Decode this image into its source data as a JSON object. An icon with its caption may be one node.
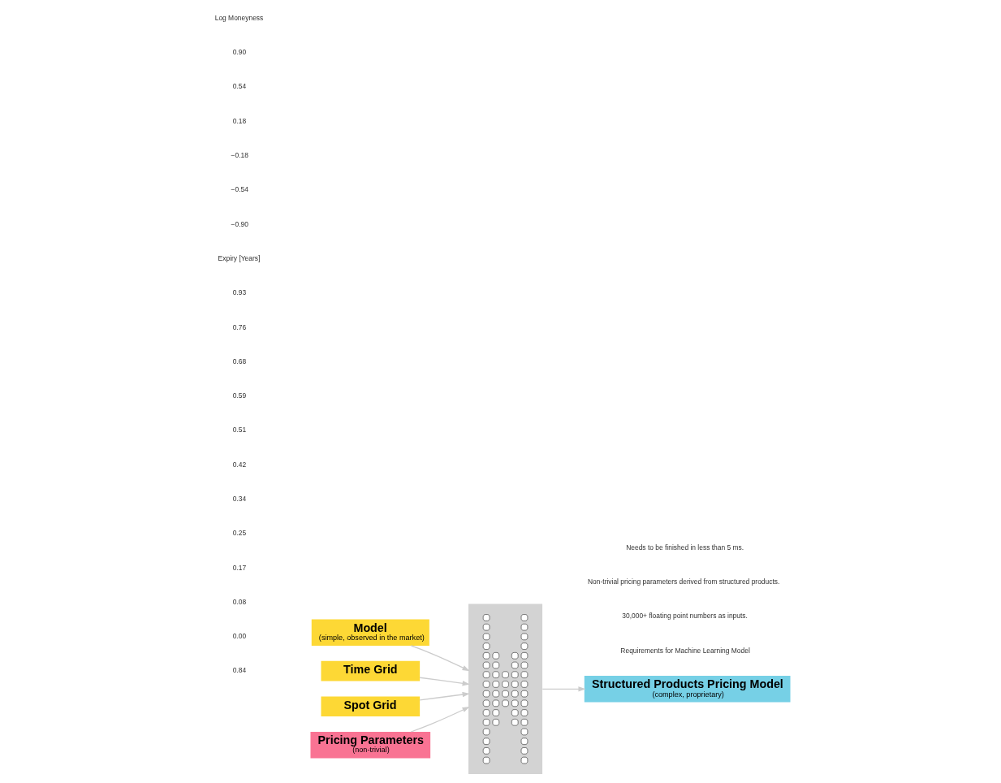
{
  "diagram": {
    "nodes": [
      {
        "text": [
          "Model",
          "(simple, observed in the market)"
        ]
      },
      {
        "text": [
          "Time Grid"
        ]
      },
      {
        "text": [
          "Spot Grid"
        ]
      },
      {
        "text": [
          "Pricing Parameters",
          "(non-trivial)"
        ]
      },
      {
        "text": [],
        "shape": "picture"
      },
      {
        "text": [
          "Structured Products Pricing Model",
          "(complex, proprietary)"
        ]
      }
    ],
    "edges": [
      {
        "from": 0,
        "to": 4,
        "arrow": "to"
      },
      {
        "from": 1,
        "to": 4,
        "arrow": "to"
      },
      {
        "from": 2,
        "to": 4,
        "arrow": "to"
      },
      {
        "from": 3,
        "to": 4,
        "arrow": "to"
      },
      {
        "from": 4,
        "to": 5,
        "arrow": "to"
      }
    ],
    "labels": [
      "0.00",
      "0.08",
      "0.17",
      "0.25",
      "0.34",
      "0.42",
      "0.51",
      "0.59",
      "0.68",
      "0.76",
      "0.84",
      "0.93",
      "Expiry [Years]",
      "−0.90",
      "−0.54",
      "−0.18",
      "0.18",
      "0.54",
      "0.90",
      "Log Moneyness",
      "Requirements for Machine Learning Model",
      "30,000+ floating point numbers as inputs.",
      "Non-trivial pricing parameters derived from structured products.",
      "Needs to be finished in less than 5 ms."
    ]
  }
}
